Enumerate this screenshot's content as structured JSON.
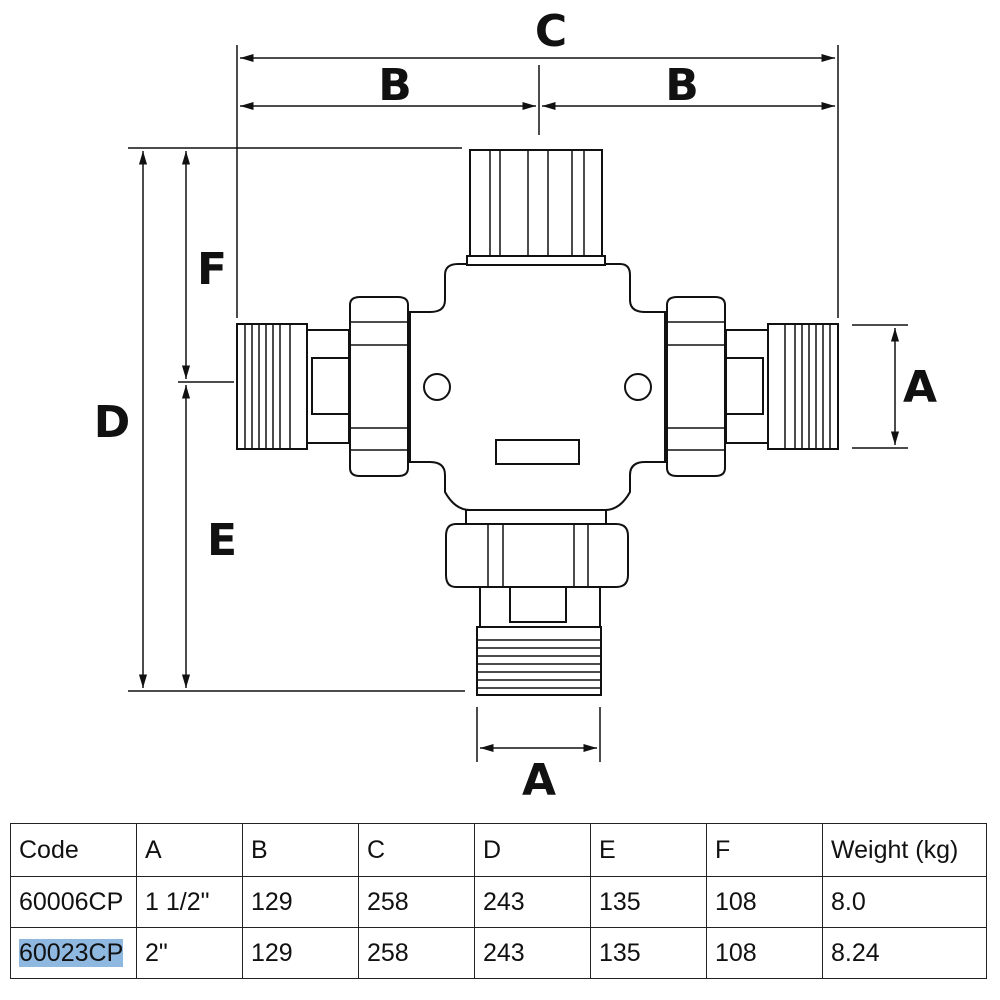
{
  "diagram": {
    "labels": {
      "C": "C",
      "B_left": "B",
      "B_right": "B",
      "D": "D",
      "F": "F",
      "E": "E",
      "A_right": "A",
      "A_bottom": "A"
    }
  },
  "table": {
    "headers": [
      "Code",
      "A",
      "B",
      "C",
      "D",
      "E",
      "F",
      "Weight (kg)"
    ],
    "rows": [
      [
        "60006CP",
        "1 1/2\"",
        "129",
        "258",
        "243",
        "135",
        "108",
        "8.0"
      ],
      [
        "60023CP",
        "2\"",
        "129",
        "258",
        "243",
        "135",
        "108",
        "8.24"
      ]
    ],
    "highlighted_cell": "60023CP"
  }
}
